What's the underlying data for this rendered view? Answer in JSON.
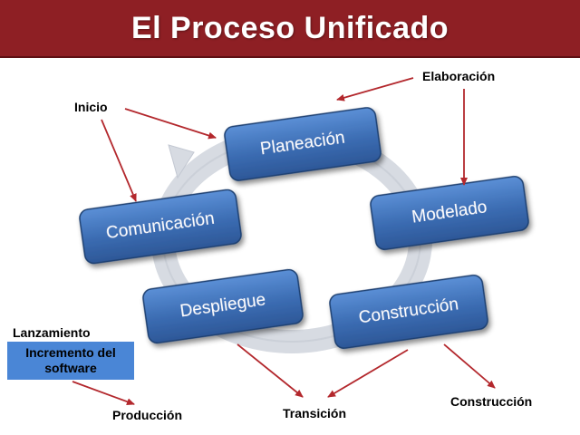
{
  "title": "El Proceso Unificado",
  "phases": {
    "planeacion": "Planeación",
    "modelado": "Modelado",
    "construccion": "Construcción",
    "despliegue": "Despliegue",
    "comunicacion": "Comunicación"
  },
  "annotations": {
    "inicio": "Inicio",
    "elaboracion": "Elaboración",
    "lanzamiento": "Lanzamiento",
    "produccion": "Producción",
    "transicion": "Transición",
    "construccion": "Construcción"
  },
  "increment_box": "Incremento del\nsoftware",
  "colors": {
    "title_bg": "#8e1f24",
    "box_fill": "#3f6fb4",
    "arrow": "#b3282d",
    "ring": "#d7dbe2",
    "increment_bg": "#4a86d6"
  }
}
